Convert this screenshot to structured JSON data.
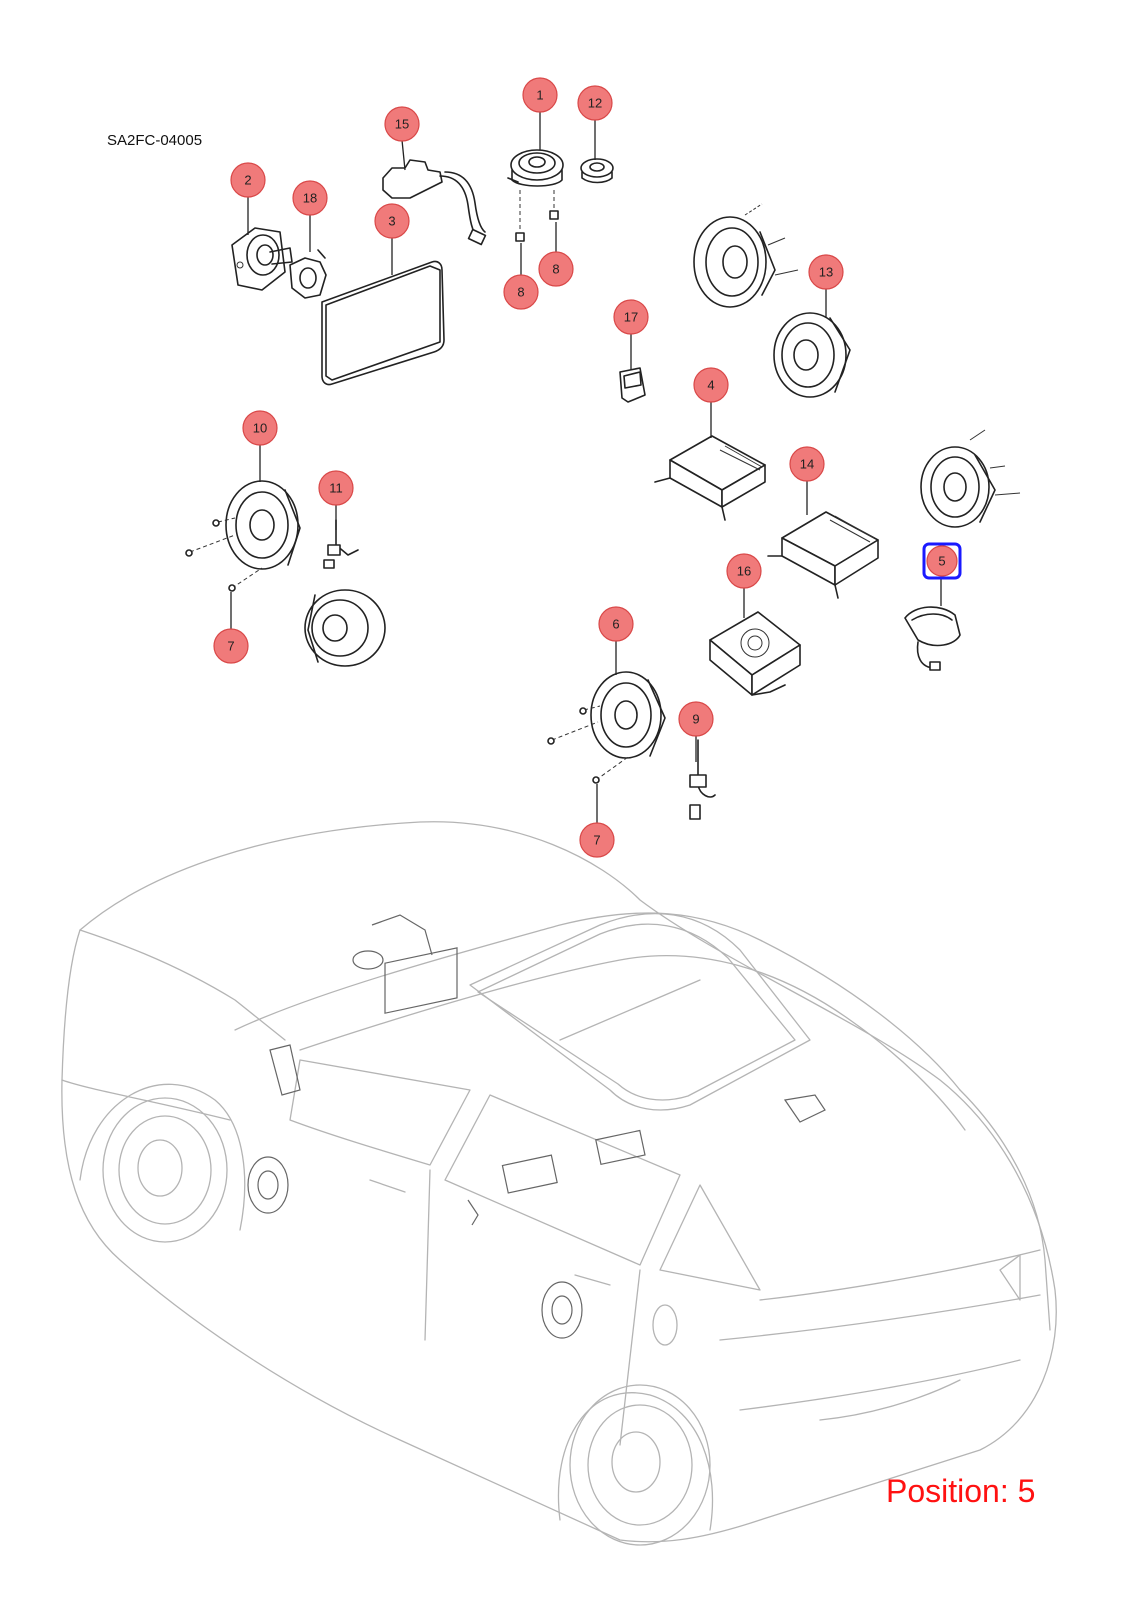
{
  "diagram_code": "SA2FC-04005",
  "position_label": "Position: 5",
  "highlighted_callout": "5",
  "colors": {
    "callout_fill": "#f07a7a",
    "highlight": "#1a1aff",
    "position_text": "#ff1111"
  },
  "callouts": [
    {
      "id": "c1",
      "label": "1"
    },
    {
      "id": "c2",
      "label": "2"
    },
    {
      "id": "c3",
      "label": "3"
    },
    {
      "id": "c4",
      "label": "4"
    },
    {
      "id": "c5",
      "label": "5"
    },
    {
      "id": "c6",
      "label": "6"
    },
    {
      "id": "c7a",
      "label": "7"
    },
    {
      "id": "c7b",
      "label": "7"
    },
    {
      "id": "c8a",
      "label": "8"
    },
    {
      "id": "c8b",
      "label": "8"
    },
    {
      "id": "c9",
      "label": "9"
    },
    {
      "id": "c10",
      "label": "10"
    },
    {
      "id": "c11",
      "label": "11"
    },
    {
      "id": "c12",
      "label": "12"
    },
    {
      "id": "c13",
      "label": "13"
    },
    {
      "id": "c14",
      "label": "14"
    },
    {
      "id": "c15",
      "label": "15"
    },
    {
      "id": "c16",
      "label": "16"
    },
    {
      "id": "c17",
      "label": "17"
    },
    {
      "id": "c18",
      "label": "18"
    }
  ]
}
